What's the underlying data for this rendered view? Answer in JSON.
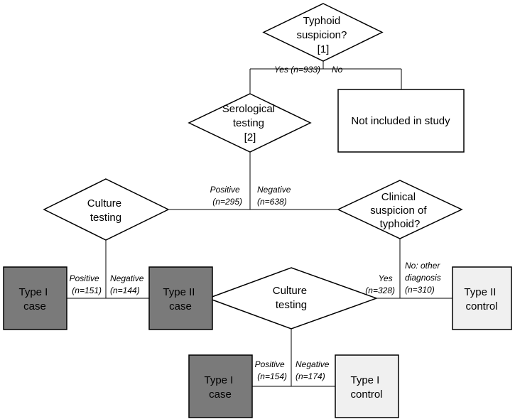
{
  "colors": {
    "case_fill": "#7a7a7a",
    "control_fill": "#f0f0f0",
    "decision_fill": "#ffffff",
    "terminal_fill": "#ffffff"
  },
  "nodes": {
    "typhoid_suspicion": [
      "Typhoid",
      "suspicion?",
      "[1]"
    ],
    "not_included": [
      "Not included in study"
    ],
    "serological_testing": [
      "Serological",
      "testing",
      "[2]"
    ],
    "culture_testing_1": [
      "Culture",
      "testing"
    ],
    "clinical_suspicion": [
      "Clinical",
      "suspicion of",
      "typhoid?"
    ],
    "type1_case_1": [
      "Type I",
      "case"
    ],
    "type2_case": [
      "Type II",
      "case"
    ],
    "culture_testing_2": [
      "Culture",
      "testing"
    ],
    "type2_control": [
      "Type II",
      "control"
    ],
    "type1_case_2": [
      "Type I",
      "case"
    ],
    "type1_control": [
      "Type I",
      "control"
    ]
  },
  "edges": {
    "yes_933": "Yes (n=933)",
    "no_top": "No",
    "positive_295": [
      "Positive",
      "(n=295)"
    ],
    "negative_638": [
      "Negative",
      "(n=638)"
    ],
    "positive_151": [
      "Positive",
      "(n=151)"
    ],
    "negative_144": [
      "Negative",
      "(n=144)"
    ],
    "yes_328": [
      "Yes",
      "(n=328)"
    ],
    "no_other_310": [
      "No: other",
      "diagnosis",
      "(n=310)"
    ],
    "positive_154": [
      "Positive",
      "(n=154)"
    ],
    "negative_174": [
      "Negative",
      "(n=174)"
    ]
  }
}
